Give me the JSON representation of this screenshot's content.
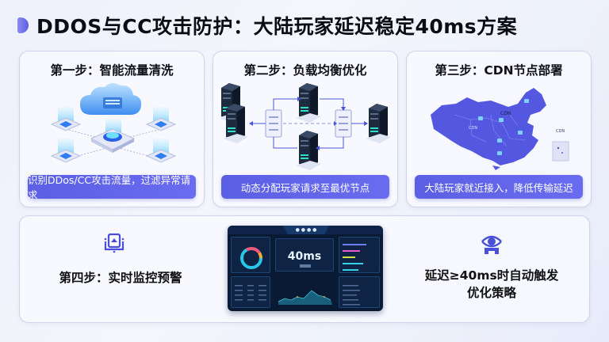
{
  "title": "DDOS与CC攻击防护：大陆玩家延迟稳定40ms方案",
  "steps": [
    {
      "title": "第一步：智能流量清洗",
      "caption": "识别DDos/CC攻击流量，过滤异常请求",
      "illustration": "cloud-traffic-scrubbing"
    },
    {
      "title": "第二步：负载均衡优化",
      "caption": "动态分配玩家请求至最优节点",
      "illustration": "server-load-balancer"
    },
    {
      "title": "第三步：CDN节点部署",
      "caption": "大陆玩家就近接入，降低传输延迟",
      "illustration": "china-map-cdn-nodes",
      "map_labels": [
        "CDN",
        "CDN",
        "CDN"
      ]
    }
  ],
  "monitoring": {
    "title": "第四步：实时监控预警",
    "icon": "monitor-alert-icon",
    "dashboard": {
      "latency_value": "40ms"
    }
  },
  "trigger": {
    "icon": "auto-optimize-icon",
    "line1": "延迟≥40ms时自动触发",
    "line2": "优化策略"
  },
  "colors": {
    "accent": "#5b5fe3",
    "dashboard_bg": "#0b1a33",
    "map_fill": "#5458e0"
  }
}
